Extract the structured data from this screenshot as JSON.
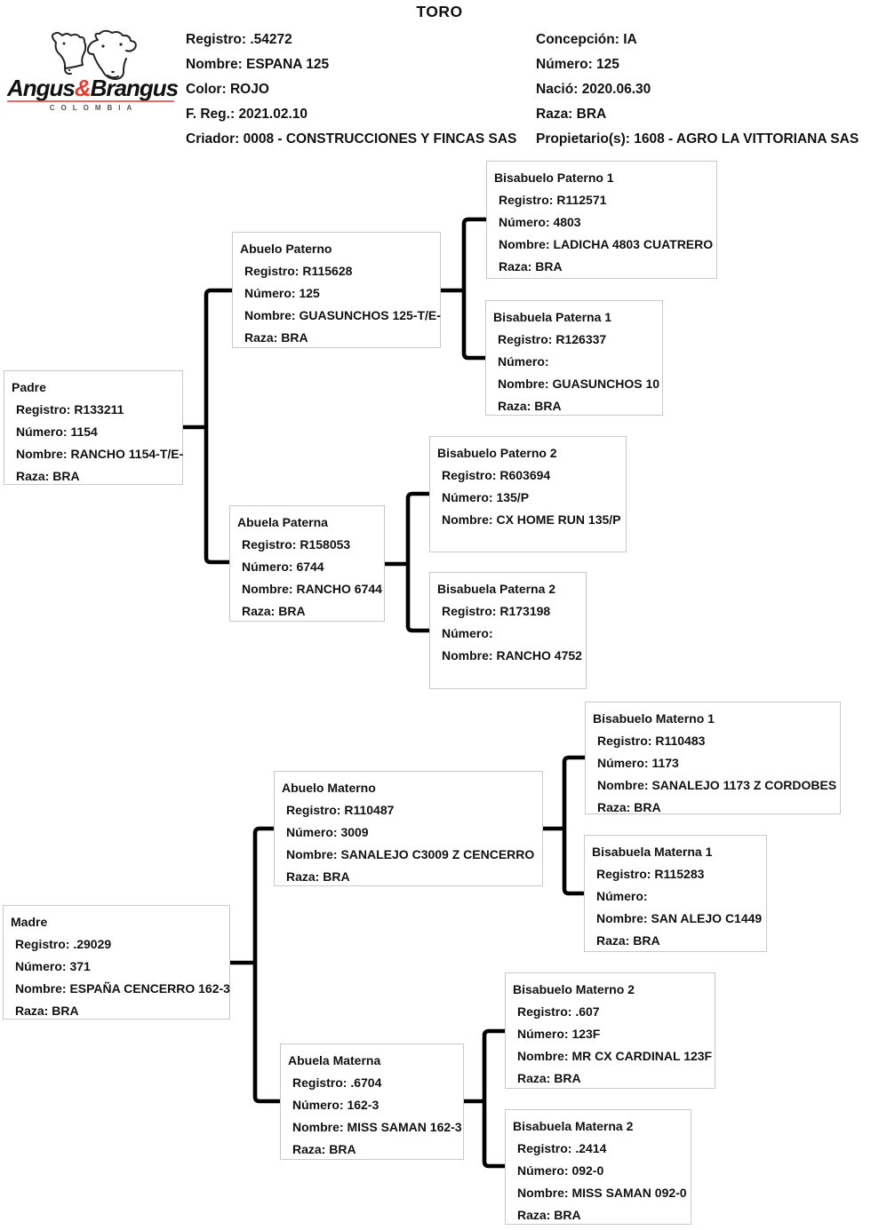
{
  "title": "TORO",
  "logo": {
    "word1": "Angus",
    "amp": "&",
    "word2": "Brangus",
    "country": "COLOMBIA"
  },
  "colors": {
    "accent": "#e8392f",
    "connector": "#000000",
    "box_border": "#c9c9c9"
  },
  "labels": {
    "registro": "Registro:",
    "numero": "Número:",
    "nombre": "Nombre:",
    "raza": "Raza:"
  },
  "header": {
    "left": [
      {
        "label": "Registro:",
        "value": ".54272"
      },
      {
        "label": "Nombre:",
        "value": "ESPANA 125"
      },
      {
        "label": "Color:",
        "value": "ROJO"
      },
      {
        "label": "F. Reg.:",
        "value": "2021.02.10"
      },
      {
        "label": "Criador:",
        "value": "0008 - CONSTRUCCIONES Y FINCAS SAS"
      }
    ],
    "right": [
      {
        "label": "Concepción:",
        "value": "IA"
      },
      {
        "label": "Número:",
        "value": "125"
      },
      {
        "label": "Nació:",
        "value": "2020.06.30"
      },
      {
        "label": "Raza:",
        "value": "BRA"
      },
      {
        "label": "Propietario(s):",
        "value": "1608 - AGRO LA VITTORIANA SAS"
      }
    ]
  },
  "pedigree": {
    "nodes": [
      {
        "id": "padre",
        "title": "Padre",
        "registro": "R133211",
        "numero": "1154",
        "nombre": "RANCHO 1154-T/E-",
        "raza": "BRA"
      },
      {
        "id": "abuelo-paterno",
        "title": "Abuelo Paterno",
        "registro": "R115628",
        "numero": "125",
        "nombre": "GUASUNCHOS 125-T/E-",
        "raza": "BRA"
      },
      {
        "id": "bisabuelo-paterno-1",
        "title": "Bisabuelo Paterno 1",
        "registro": "R112571",
        "numero": "4803",
        "nombre": "LADICHA 4803 CUATRERO",
        "raza": "BRA"
      },
      {
        "id": "bisabuela-paterna-1",
        "title": "Bisabuela Paterna 1",
        "registro": "R126337",
        "numero": "",
        "nombre": "GUASUNCHOS 10",
        "raza": "BRA"
      },
      {
        "id": "abuela-paterna",
        "title": "Abuela Paterna",
        "registro": "R158053",
        "numero": "6744",
        "nombre": "RANCHO 6744",
        "raza": "BRA"
      },
      {
        "id": "bisabuelo-paterno-2",
        "title": "Bisabuelo Paterno 2",
        "registro": "R603694",
        "numero": "135/P",
        "nombre": "CX HOME RUN 135/P"
      },
      {
        "id": "bisabuela-paterna-2",
        "title": "Bisabuela Paterna 2",
        "registro": "R173198",
        "numero": "",
        "nombre": "RANCHO 4752"
      },
      {
        "id": "madre",
        "title": "Madre",
        "registro": ".29029",
        "numero": "371",
        "nombre": "ESPAÑA CENCERRO 162-3",
        "raza": "BRA"
      },
      {
        "id": "abuelo-materno",
        "title": "Abuelo Materno",
        "registro": "R110487",
        "numero": "3009",
        "nombre": "SANALEJO C3009 Z CENCERRO",
        "raza": "BRA"
      },
      {
        "id": "bisabuelo-materno-1",
        "title": "Bisabuelo Materno 1",
        "registro": "R110483",
        "numero": "1173",
        "nombre": "SANALEJO 1173 Z CORDOBES",
        "raza": "BRA"
      },
      {
        "id": "bisabuela-materna-1",
        "title": "Bisabuela Materna 1",
        "registro": "R115283",
        "numero": "",
        "nombre": "SAN ALEJO C1449",
        "raza": "BRA"
      },
      {
        "id": "abuela-materna",
        "title": "Abuela Materna",
        "registro": ".6704",
        "numero": "162-3",
        "nombre": "MISS SAMAN 162-3",
        "raza": "BRA"
      },
      {
        "id": "bisabuelo-materno-2",
        "title": "Bisabuelo Materno 2",
        "registro": ".607",
        "numero": "123F",
        "nombre": "MR CX CARDINAL 123F",
        "raza": "BRA"
      },
      {
        "id": "bisabuela-materna-2",
        "title": "Bisabuela Materna 2",
        "registro": ".2414",
        "numero": "092-0",
        "nombre": "MISS SAMAN 092-0",
        "raza": "BRA"
      }
    ]
  }
}
